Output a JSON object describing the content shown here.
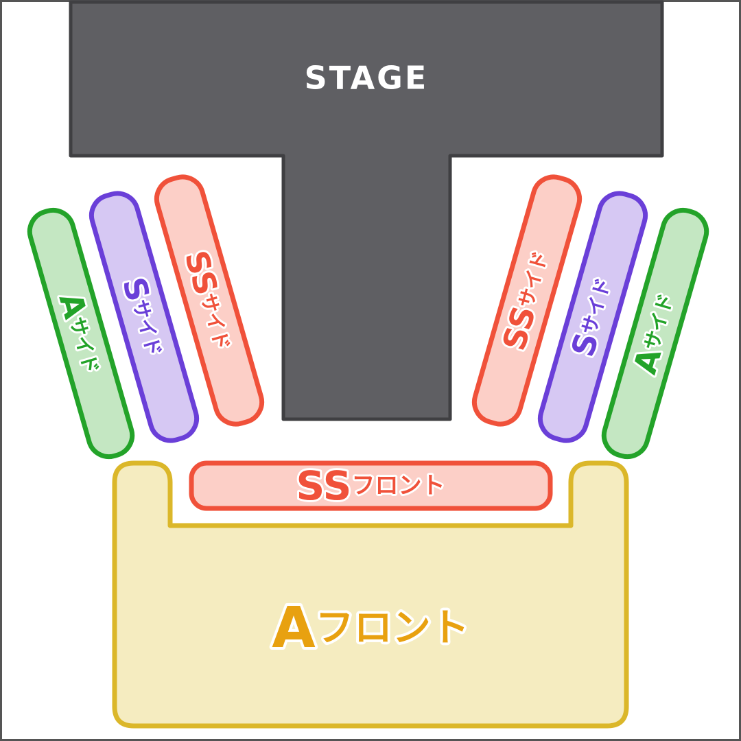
{
  "stage": {
    "label": "STAGE",
    "color": "#5f5f63",
    "text_color": "#ffffff"
  },
  "blocks": {
    "a_side_left": {
      "big": "A",
      "small": "サイド"
    },
    "s_side_left": {
      "big": "S",
      "small": "サイド"
    },
    "ss_side_left": {
      "big": "SS",
      "small": "サイド"
    },
    "ss_side_right": {
      "big": "SS",
      "small": "サイド"
    },
    "s_side_right": {
      "big": "S",
      "small": "サイド"
    },
    "a_side_right": {
      "big": "A",
      "small": "サイド"
    },
    "ss_front": {
      "big": "SS",
      "small": "フロント"
    },
    "a_front": {
      "big": "A",
      "small": "フロント"
    }
  },
  "colors": {
    "ss_stroke": "#f0513a",
    "ss_fill": "#fccfc7",
    "s_stroke": "#6a3fd8",
    "s_fill": "#d6c8f3",
    "a_side_stroke": "#23a329",
    "a_side_fill": "#c4e7c2",
    "a_front_stroke": "#dbb72a",
    "a_front_fill": "#f5ecc0",
    "a_front_text": "#e8a110",
    "frame": "#555555"
  }
}
